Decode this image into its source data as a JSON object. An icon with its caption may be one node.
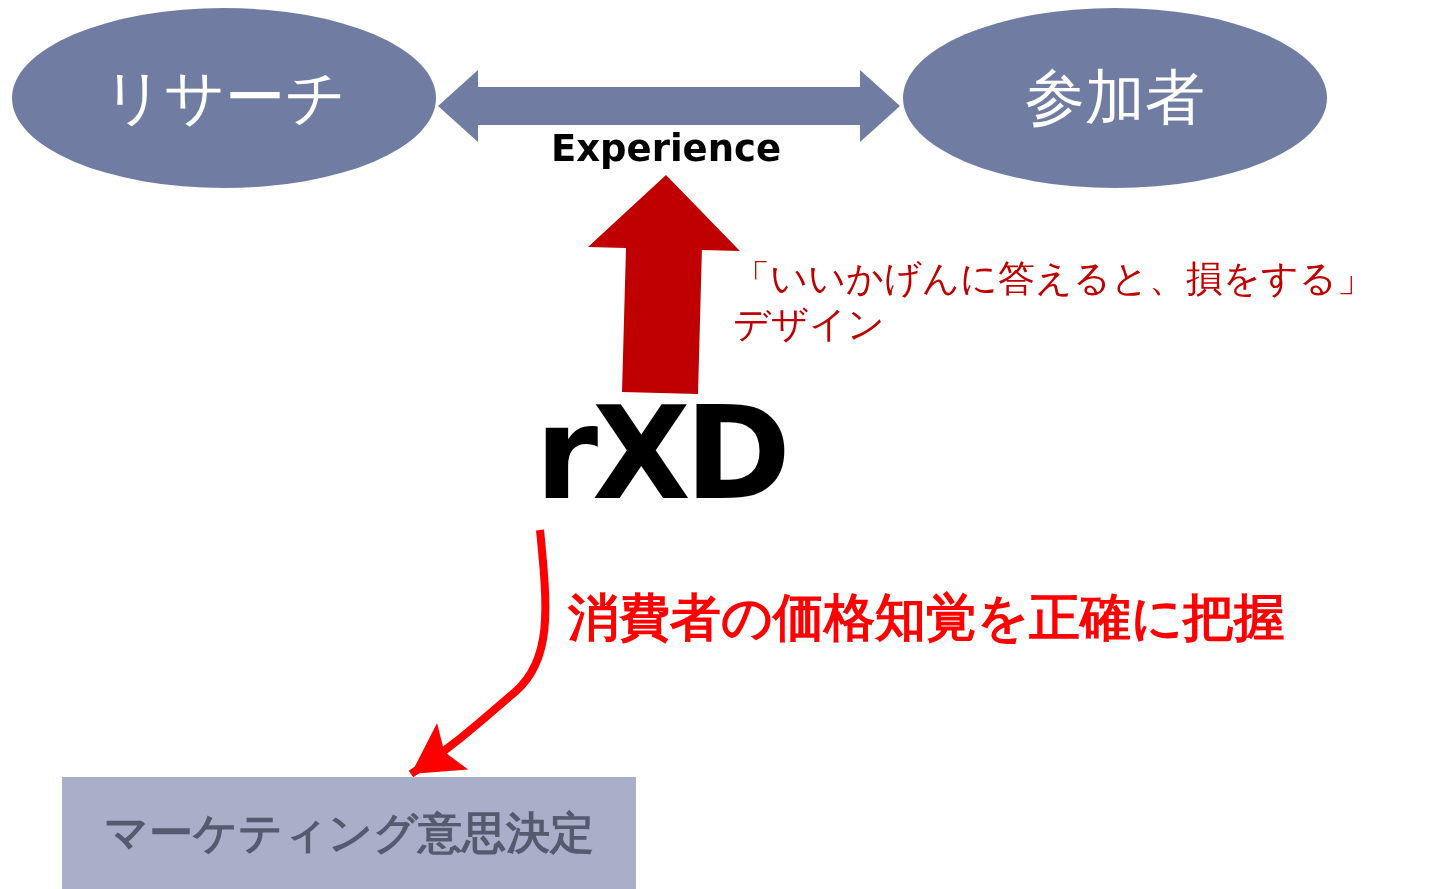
{
  "diagram": {
    "nodes": [
      {
        "text": [
          "リサーチ"
        ]
      },
      {
        "text": [
          "参加者"
        ]
      },
      {
        "text": [
          "Experience"
        ]
      },
      {
        "text": [
          "rXD"
        ]
      },
      {
        "text": [
          "マーケティング意思決定"
        ]
      }
    ],
    "edges": [
      {
        "from": 0,
        "to": 1,
        "arrow": "both",
        "style": "thick",
        "color": "#717ca2"
      },
      {
        "from": 3,
        "to": 2,
        "arrow": "to",
        "style": "thick",
        "color": "#c00000",
        "label": "「いいかげんに答えると、損をする」デザイン"
      },
      {
        "from": 3,
        "to": 4,
        "arrow": "to",
        "color": "#ff0000",
        "label": "消費者の価格知覚を正確に把握"
      }
    ]
  }
}
